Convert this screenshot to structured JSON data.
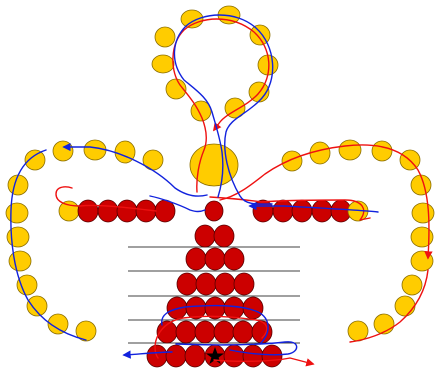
{
  "diagram": {
    "colors": {
      "yellow_bead": "#FFCC00",
      "red_bead": "#CC0000",
      "red_thread": "#EE1111",
      "blue_thread": "#1122DD",
      "star": "#000000"
    },
    "components": [
      "top-loop",
      "center-bead",
      "left-arm",
      "right-arm",
      "body-triangle",
      "left-outer-loop",
      "right-outer-loop",
      "guide-lines",
      "red-thread",
      "blue-thread",
      "start-star-icon"
    ]
  }
}
